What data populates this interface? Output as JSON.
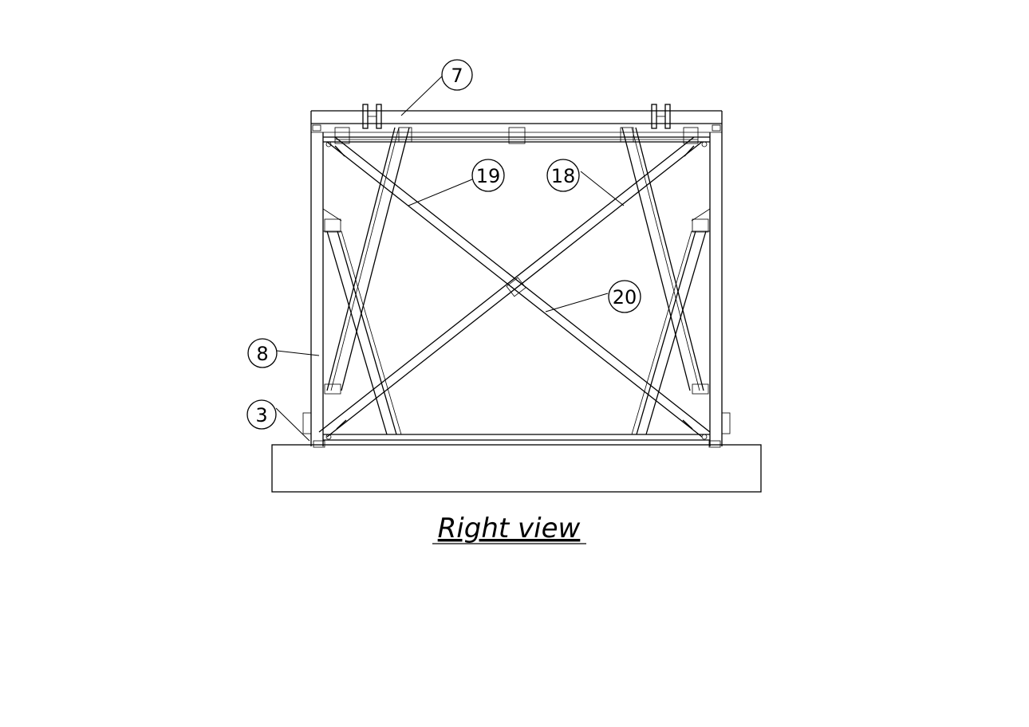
{
  "view_title": "Right view",
  "balloons": {
    "b7": "7",
    "b19": "19",
    "b18": "18",
    "b20": "20",
    "b8": "8",
    "b3": "3"
  }
}
